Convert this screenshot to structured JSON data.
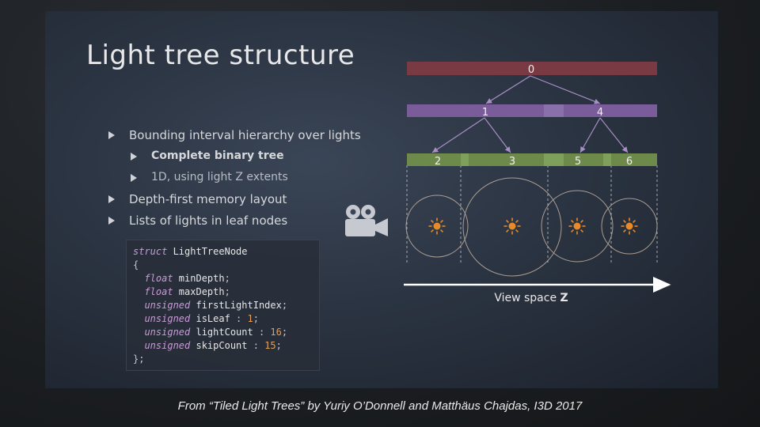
{
  "slide": {
    "title": "Light tree structure",
    "bullets": [
      {
        "text": "Bounding interval hierarchy over lights"
      },
      {
        "text": "Complete binary tree"
      },
      {
        "text": "1D, using light Z extents"
      },
      {
        "text": "Depth-first memory layout"
      },
      {
        "text": "Lists of lights in leaf nodes"
      }
    ],
    "code": {
      "lines": [
        [
          {
            "k": "kw",
            "t": "struct"
          },
          {
            "k": "id",
            "t": " LightTreeNode"
          }
        ],
        [
          {
            "k": "punc",
            "t": "{"
          }
        ],
        [
          {
            "k": "kw",
            "t": "  float"
          },
          {
            "k": "id",
            "t": " minDepth"
          },
          {
            "k": "punc",
            "t": ";"
          }
        ],
        [
          {
            "k": "kw",
            "t": "  float"
          },
          {
            "k": "id",
            "t": " maxDepth"
          },
          {
            "k": "punc",
            "t": ";"
          }
        ],
        [
          {
            "k": "kw",
            "t": "  unsigned"
          },
          {
            "k": "id",
            "t": " firstLightIndex"
          },
          {
            "k": "punc",
            "t": ";"
          }
        ],
        [
          {
            "k": "kw",
            "t": "  unsigned"
          },
          {
            "k": "id",
            "t": " isLeaf"
          },
          {
            "k": "punc",
            "t": " : "
          },
          {
            "k": "num",
            "t": "1"
          },
          {
            "k": "punc",
            "t": ";"
          }
        ],
        [
          {
            "k": "kw",
            "t": "  unsigned"
          },
          {
            "k": "id",
            "t": " lightCount"
          },
          {
            "k": "punc",
            "t": " : "
          },
          {
            "k": "num",
            "t": "16"
          },
          {
            "k": "punc",
            "t": ";"
          }
        ],
        [
          {
            "k": "kw",
            "t": "  unsigned"
          },
          {
            "k": "id",
            "t": " skipCount"
          },
          {
            "k": "punc",
            "t": " : "
          },
          {
            "k": "num",
            "t": "15"
          },
          {
            "k": "punc",
            "t": ";"
          }
        ],
        [
          {
            "k": "punc",
            "t": "};"
          }
        ]
      ]
    },
    "diagram": {
      "node_labels": [
        "0",
        "1",
        "4",
        "2",
        "3",
        "5",
        "6"
      ],
      "axis_label_prefix": "View space ",
      "axis_label_var": "Z",
      "colors": {
        "root": "#7a3a44",
        "level1": "#7a5c9a",
        "level2": "#6d8a4a",
        "light": "#e88a2a",
        "circle": "#b9a89a",
        "arrow": "#a98fc6"
      }
    }
  },
  "caption": "From “Tiled Light Trees” by Yuriy O’Donnell and Matthäus Chajdas, I3D 2017"
}
